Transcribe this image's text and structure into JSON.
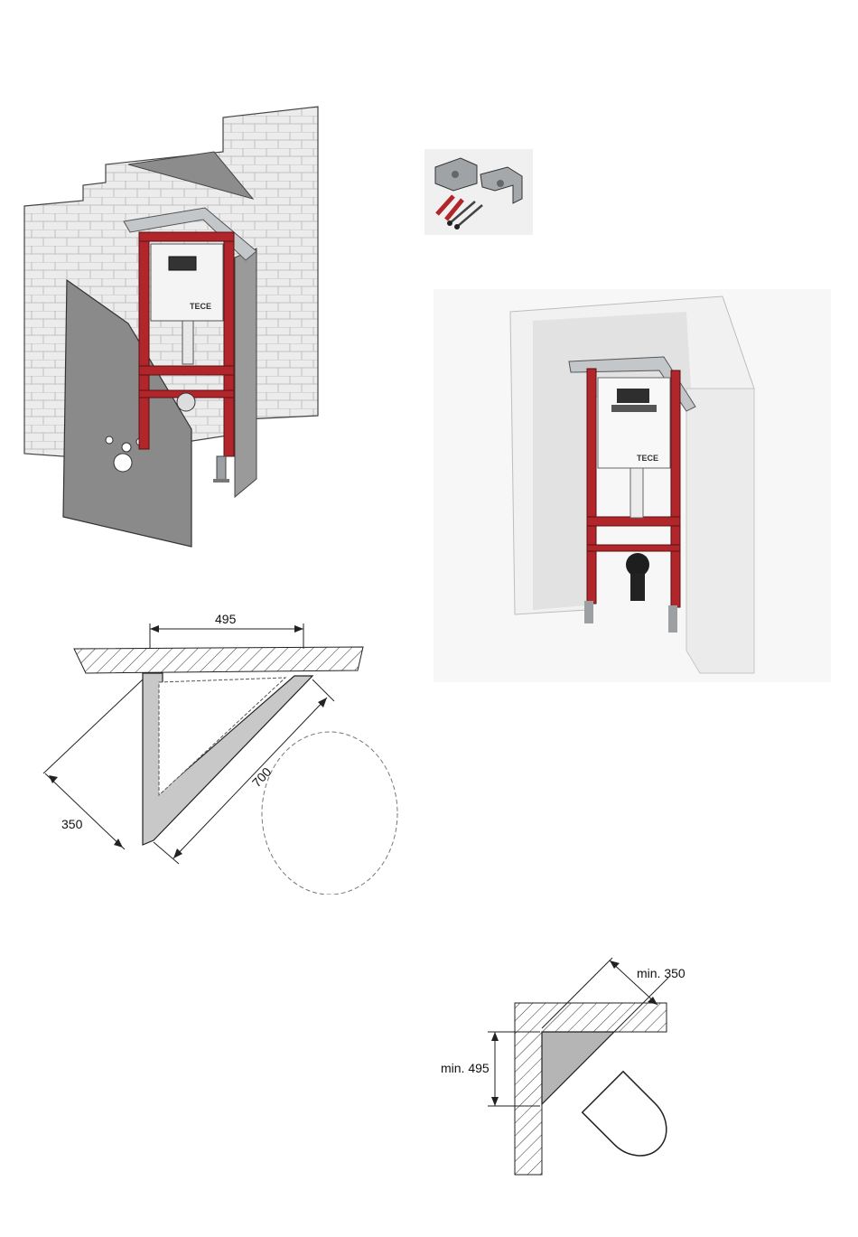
{
  "illustrations": {
    "installation_view": {
      "brand_label": "TECE"
    },
    "corner_view": {
      "brand_label": "TECE"
    },
    "fixing_kit": {}
  },
  "frame_plan": {
    "dim_width": "495",
    "dim_depth": "350",
    "dim_diagonal": "700"
  },
  "min_clearance": {
    "min_depth": "min. 350",
    "min_width": "min. 495"
  },
  "colors": {
    "frame_red": "#b0262a",
    "steel": "#b9bcbf",
    "panel_grey": "#8a8a8a",
    "wall_white": "#f4f4f4",
    "line": "#222222"
  }
}
